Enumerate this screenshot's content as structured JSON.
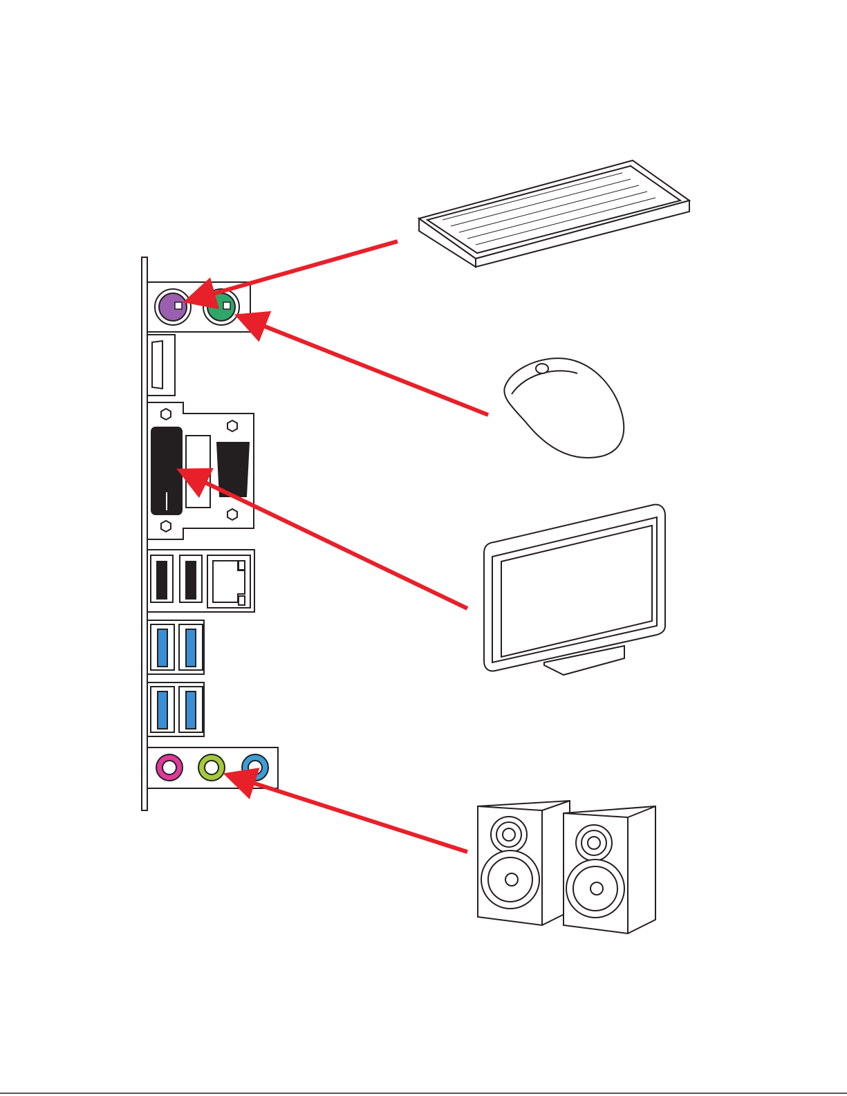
{
  "diagram": {
    "title": "",
    "io_panel": {
      "ports": [
        {
          "id": "ps2-keyboard",
          "icon": "ps2-port-icon",
          "color": "#9b5fb0"
        },
        {
          "id": "ps2-mouse",
          "icon": "ps2-port-icon",
          "color": "#2fa66a"
        },
        {
          "id": "hdmi",
          "icon": "hdmi-port-icon",
          "color": "#ffffff"
        },
        {
          "id": "dvi",
          "icon": "dvi-port-icon",
          "color": "#231f20"
        },
        {
          "id": "vga",
          "icon": "vga-port-icon",
          "color": "#231f20"
        },
        {
          "id": "usb2",
          "icon": "usb-port-icon",
          "color": "#231f20",
          "count": 2
        },
        {
          "id": "lan",
          "icon": "rj45-port-icon",
          "color": "#ffffff"
        },
        {
          "id": "usb3",
          "icon": "usb3-port-icon",
          "color": "#3a8fd6",
          "count": 4
        },
        {
          "id": "audio-line-in",
          "icon": "audio-jack-icon",
          "color": "#e0399a"
        },
        {
          "id": "audio-line-out",
          "icon": "audio-jack-icon",
          "color": "#a4c93a"
        },
        {
          "id": "audio-mic",
          "icon": "audio-jack-icon",
          "color": "#3a9fd6"
        }
      ]
    },
    "devices": [
      {
        "id": "keyboard",
        "icon": "keyboard-icon",
        "connects_to": "ps2-keyboard"
      },
      {
        "id": "mouse",
        "icon": "mouse-icon",
        "connects_to": "ps2-mouse"
      },
      {
        "id": "monitor",
        "icon": "monitor-icon",
        "connects_to": "dvi"
      },
      {
        "id": "speakers",
        "icon": "speakers-icon",
        "connects_to": "audio-line-out"
      }
    ],
    "arrow_color": "#e8202a"
  }
}
